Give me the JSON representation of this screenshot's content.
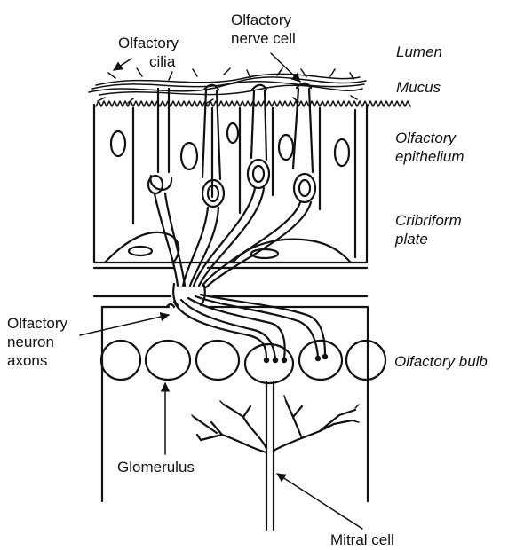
{
  "labels": {
    "olfactory_cilia": [
      "Olfactory",
      "cilia"
    ],
    "olfactory_nerve_cell": [
      "Olfactory",
      "nerve cell"
    ],
    "lumen": "Lumen",
    "mucus": "Mucus",
    "olfactory_epithelium": [
      "Olfactory",
      "epithelium"
    ],
    "cribriform_plate": [
      "Cribriform",
      "plate"
    ],
    "olfactory_neuron_axons": [
      "Olfactory",
      "neuron",
      "axons"
    ],
    "olfactory_bulb": "Olfactory bulb",
    "glomerulus": "Glomerulus",
    "mitral_cell": "Mitral cell"
  },
  "colors": {
    "ink": "#111111",
    "background": "#ffffff"
  }
}
